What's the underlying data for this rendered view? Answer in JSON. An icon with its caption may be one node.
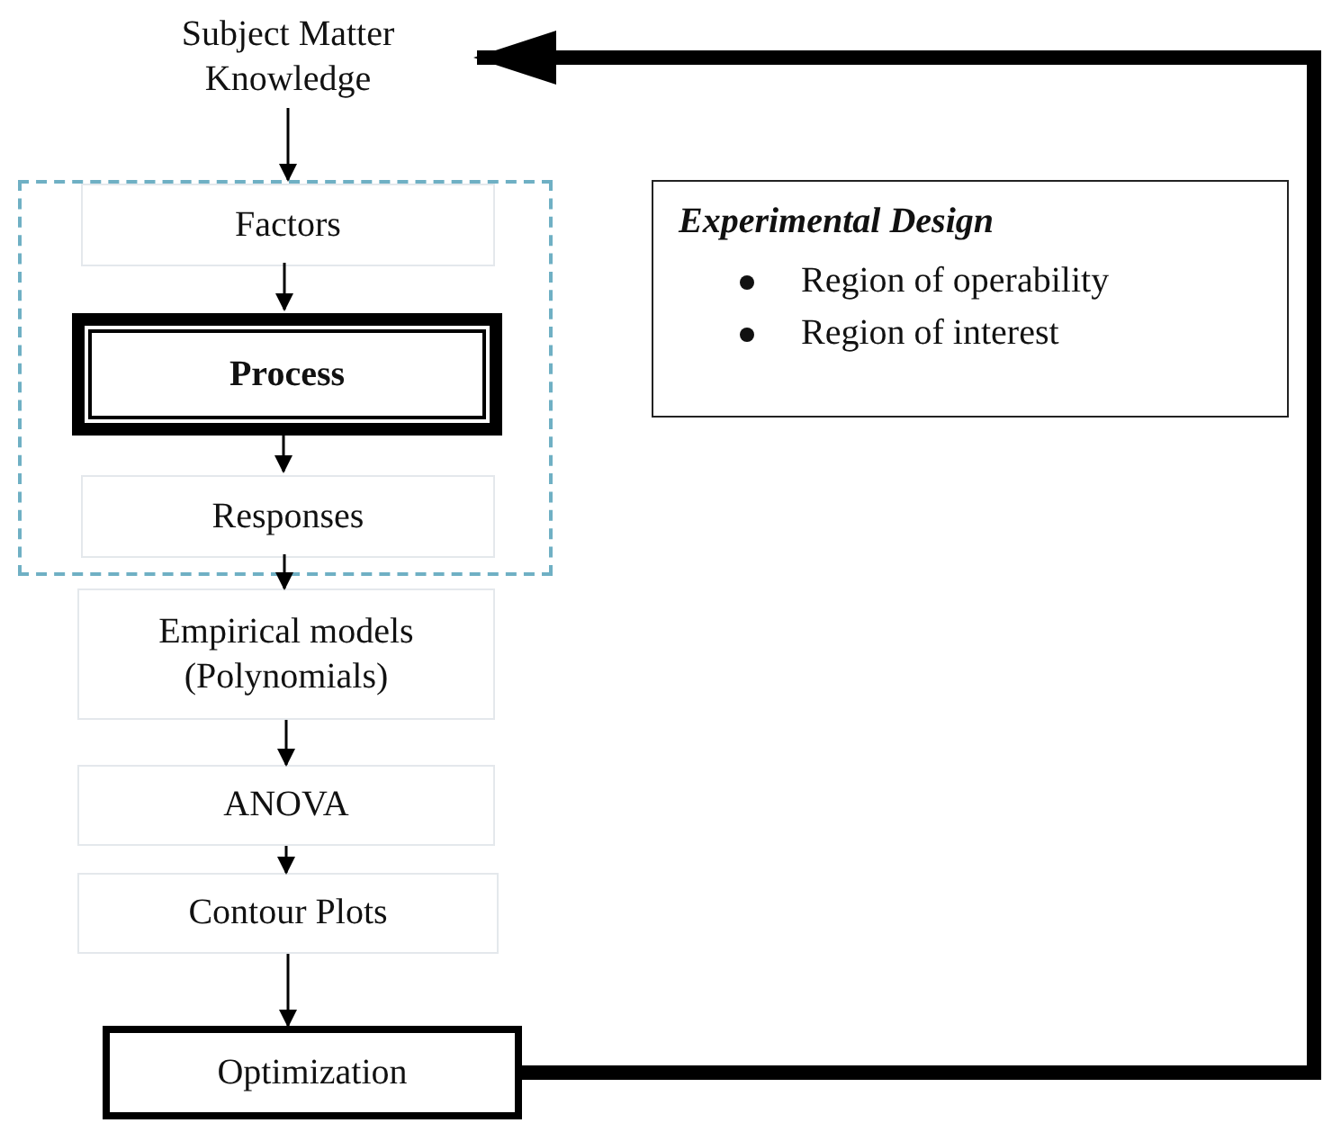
{
  "diagram": {
    "nodes": [
      {
        "text": [
          "Subject Matter Knowledge"
        ]
      },
      {
        "text": [],
        "shape": "box"
      },
      {
        "text": [
          "Factors"
        ],
        "in": 1
      },
      {
        "text": [
          "Process"
        ],
        "in": 1
      },
      {
        "text": [
          "Responses"
        ],
        "in": 1
      },
      {
        "text": [
          "Empirical models (Polynomials)"
        ]
      },
      {
        "text": [
          "ANOVA"
        ]
      },
      {
        "text": [
          "Contour Plots"
        ]
      },
      {
        "text": [
          "Optimization"
        ]
      },
      {
        "text": [
          "Experimental Design",
          "Region of operability",
          "Region of interest"
        ]
      }
    ],
    "edges": [
      {
        "from": 0,
        "to": 2,
        "arrow": "to"
      },
      {
        "from": 2,
        "to": 3,
        "arrow": "to"
      },
      {
        "from": 3,
        "to": 4,
        "arrow": "to"
      },
      {
        "from": 4,
        "to": 5,
        "arrow": "to"
      },
      {
        "from": 5,
        "to": 6,
        "arrow": "to"
      },
      {
        "from": 6,
        "to": 7,
        "arrow": "to"
      },
      {
        "from": 7,
        "to": 8,
        "arrow": "to"
      },
      {
        "from": 8,
        "to": 0,
        "arrow": "to",
        "style": "thick"
      }
    ]
  }
}
